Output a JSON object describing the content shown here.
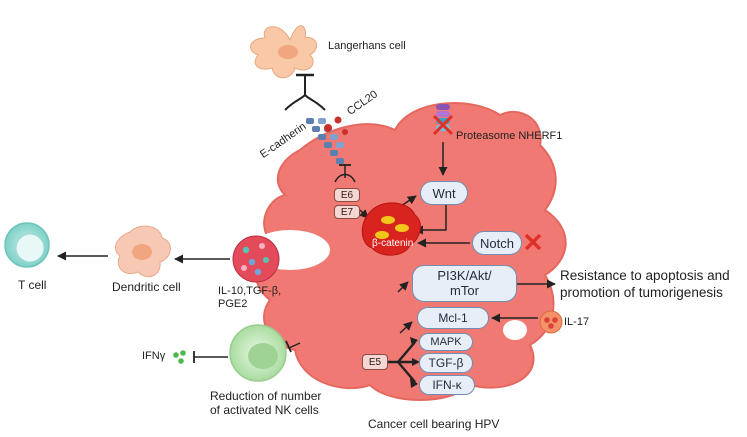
{
  "labels": {
    "langerhans": "Langerhans cell",
    "ccl20": "CCL20",
    "ecadherin": "E-cadherin",
    "proteasome": "Proteasome NHERF1",
    "e6": "E6",
    "e7": "E7",
    "wnt": "Wnt",
    "beta_catenin": "β-catenin",
    "notch": "Notch",
    "pi3k": "PI3K/Akt/\nmTor",
    "resistance": "Resistance to apoptosis and\npromotion of tumorigenesis",
    "mcl1": "Mcl-1",
    "il17": "IL-17",
    "e5": "E5",
    "mapk": "MAPK",
    "tgfb": "TGF-β",
    "ifnk": "IFN-κ",
    "cancer_cell": "Cancer cell bearing HPV",
    "tcell": "T cell",
    "dendritic": "Dendritic cell",
    "cytokines": "IL-10,TGF-β,\nPGE2",
    "ifng": "IFNγ",
    "nk": "Reduction of number\nof activated NK cells"
  },
  "colors": {
    "cell_body": "#f07a73",
    "cell_edge": "#d9534f",
    "pill_fill": "#e8eef8",
    "pill_border": "#6f8fb4",
    "red_x": "#e0302a",
    "tcell": "#a8e2dc",
    "nk": "#cfeec9",
    "dendritic": "#f7c8b4"
  }
}
